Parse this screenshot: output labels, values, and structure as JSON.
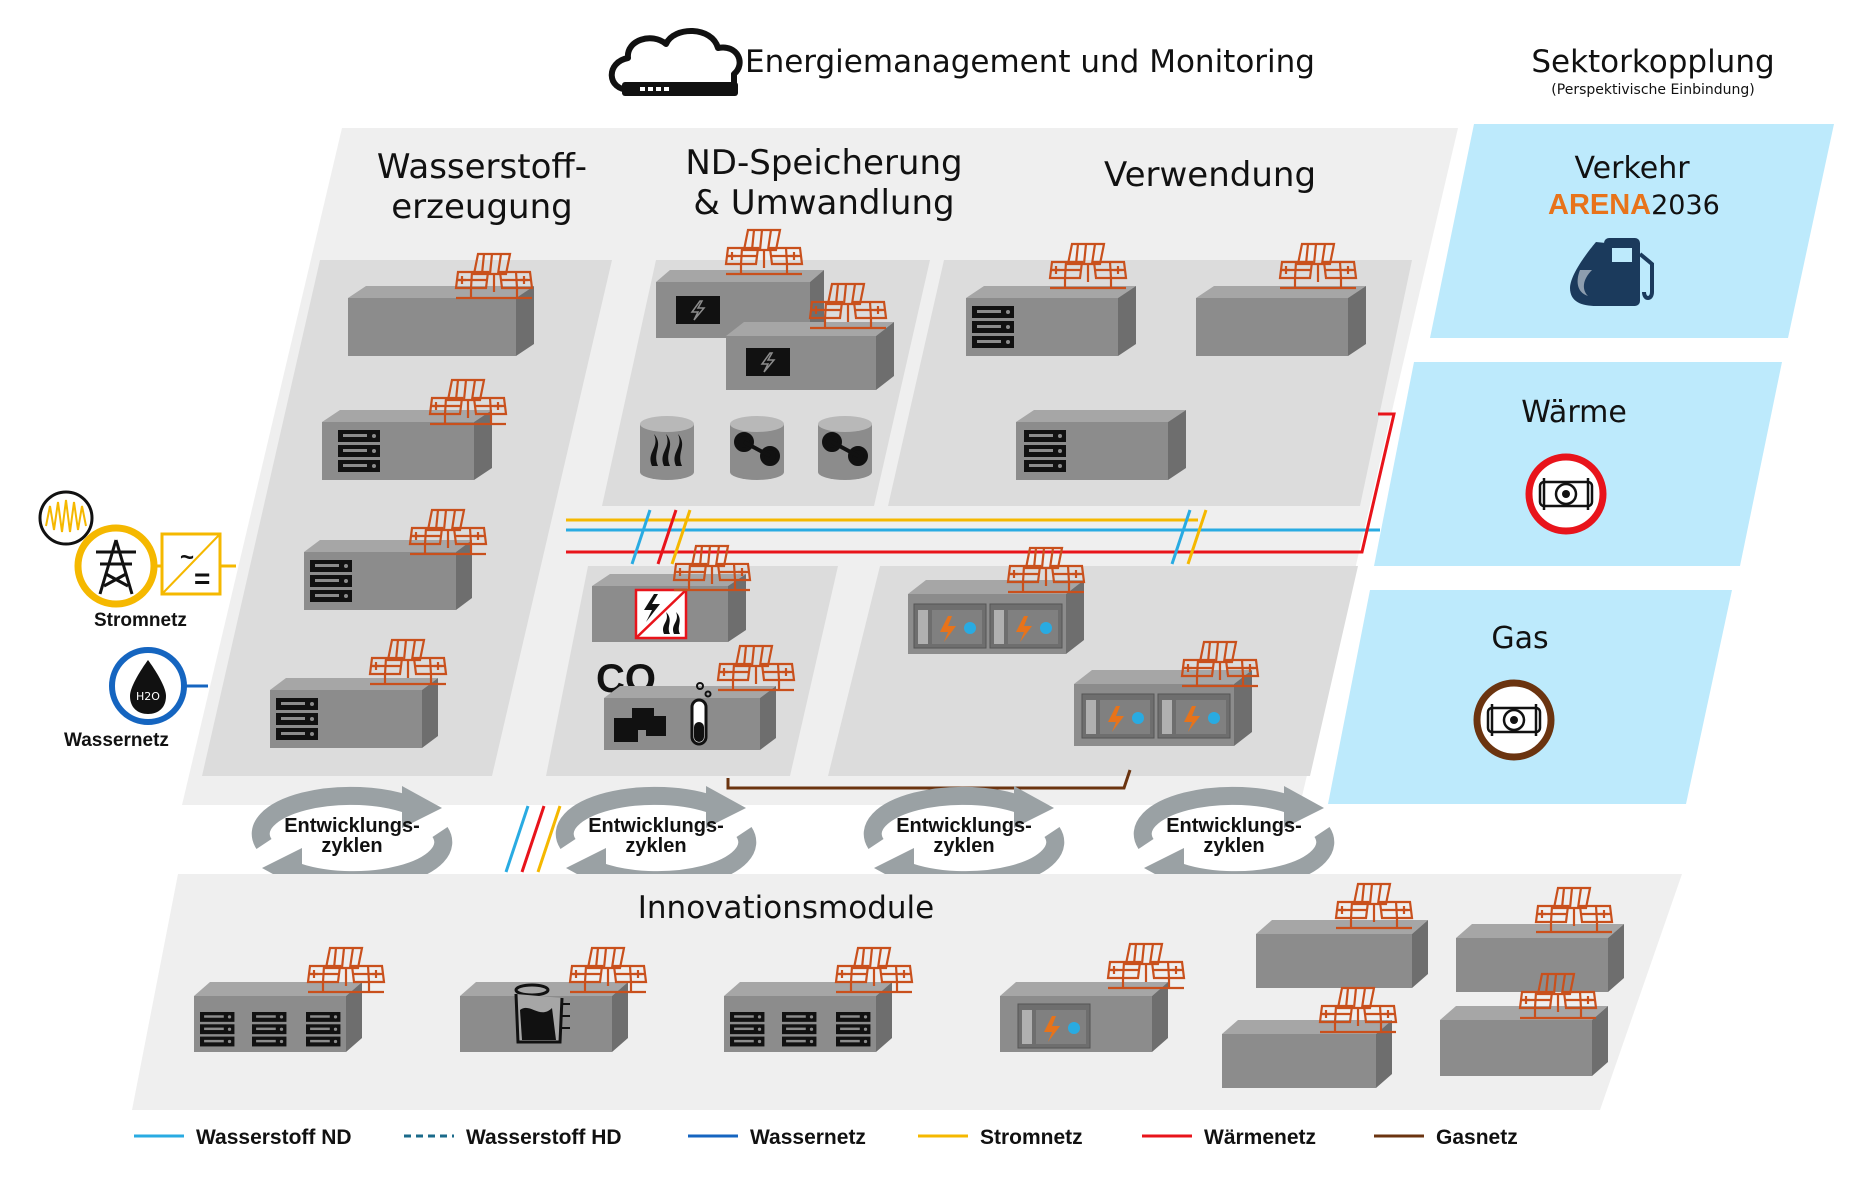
{
  "header": {
    "title": "Energiemanagement und Monitoring",
    "sector_title": "Sektorkopplung",
    "sector_subtitle": "(Perspektivische Einbindung)"
  },
  "columns": {
    "production_line1": "Wasserstoff-",
    "production_line2": "erzeugung",
    "storage_line1": "ND-Speicherung",
    "storage_line2": "& Umwandlung",
    "usage": "Verwendung"
  },
  "sectors": {
    "transport": "Verkehr",
    "arena_part1": "ARENA",
    "arena_part2": "2036",
    "heat": "Wärme",
    "gas": "Gas"
  },
  "grids": {
    "power": "Stromnetz",
    "water": "Wassernetz",
    "converter_symbol": "~",
    "converter_symbol2": "="
  },
  "co_label": "CO",
  "cycle": {
    "line1": "Entwicklungs-",
    "line2": "zyklen"
  },
  "innovation_label": "Innovationsmodule",
  "legend": [
    {
      "label": "Wasserstoff ND",
      "color": "#29abe2",
      "dashed": false
    },
    {
      "label": "Wasserstoff HD",
      "color": "#1a6a8a",
      "dashed": true
    },
    {
      "label": "Wassernetz",
      "color": "#1565c0",
      "dashed": false
    },
    {
      "label": "Stromnetz",
      "color": "#f5b800",
      "dashed": false
    },
    {
      "label": "Wärmenetz",
      "color": "#e8141b",
      "dashed": false
    },
    {
      "label": "Gasnetz",
      "color": "#6b3410",
      "dashed": false
    }
  ],
  "colors": {
    "panel": "#efefef",
    "inner_panel": "#dcdcdc",
    "sector_panel": "#bdeafc",
    "box_front": "#8c8c8c",
    "box_top": "#a6a6a6",
    "box_side": "#6e6e6e",
    "solar": "#c9501c",
    "arena_orange": "#e8731a",
    "heat_ring": "#e8141b",
    "gas_ring": "#6b3410",
    "power_ring": "#f5b800",
    "water_ring": "#1565c0"
  },
  "icons": {
    "cloud": "cloud-server-icon",
    "fuel": "fuel-pump-icon",
    "heat": "heat-exchanger-icon",
    "gas": "gas-exchanger-icon",
    "power": "power-pylon-icon",
    "water": "water-drop-icon",
    "solar": "solar-panel-icon",
    "cycle": "cycle-arrows-icon"
  }
}
